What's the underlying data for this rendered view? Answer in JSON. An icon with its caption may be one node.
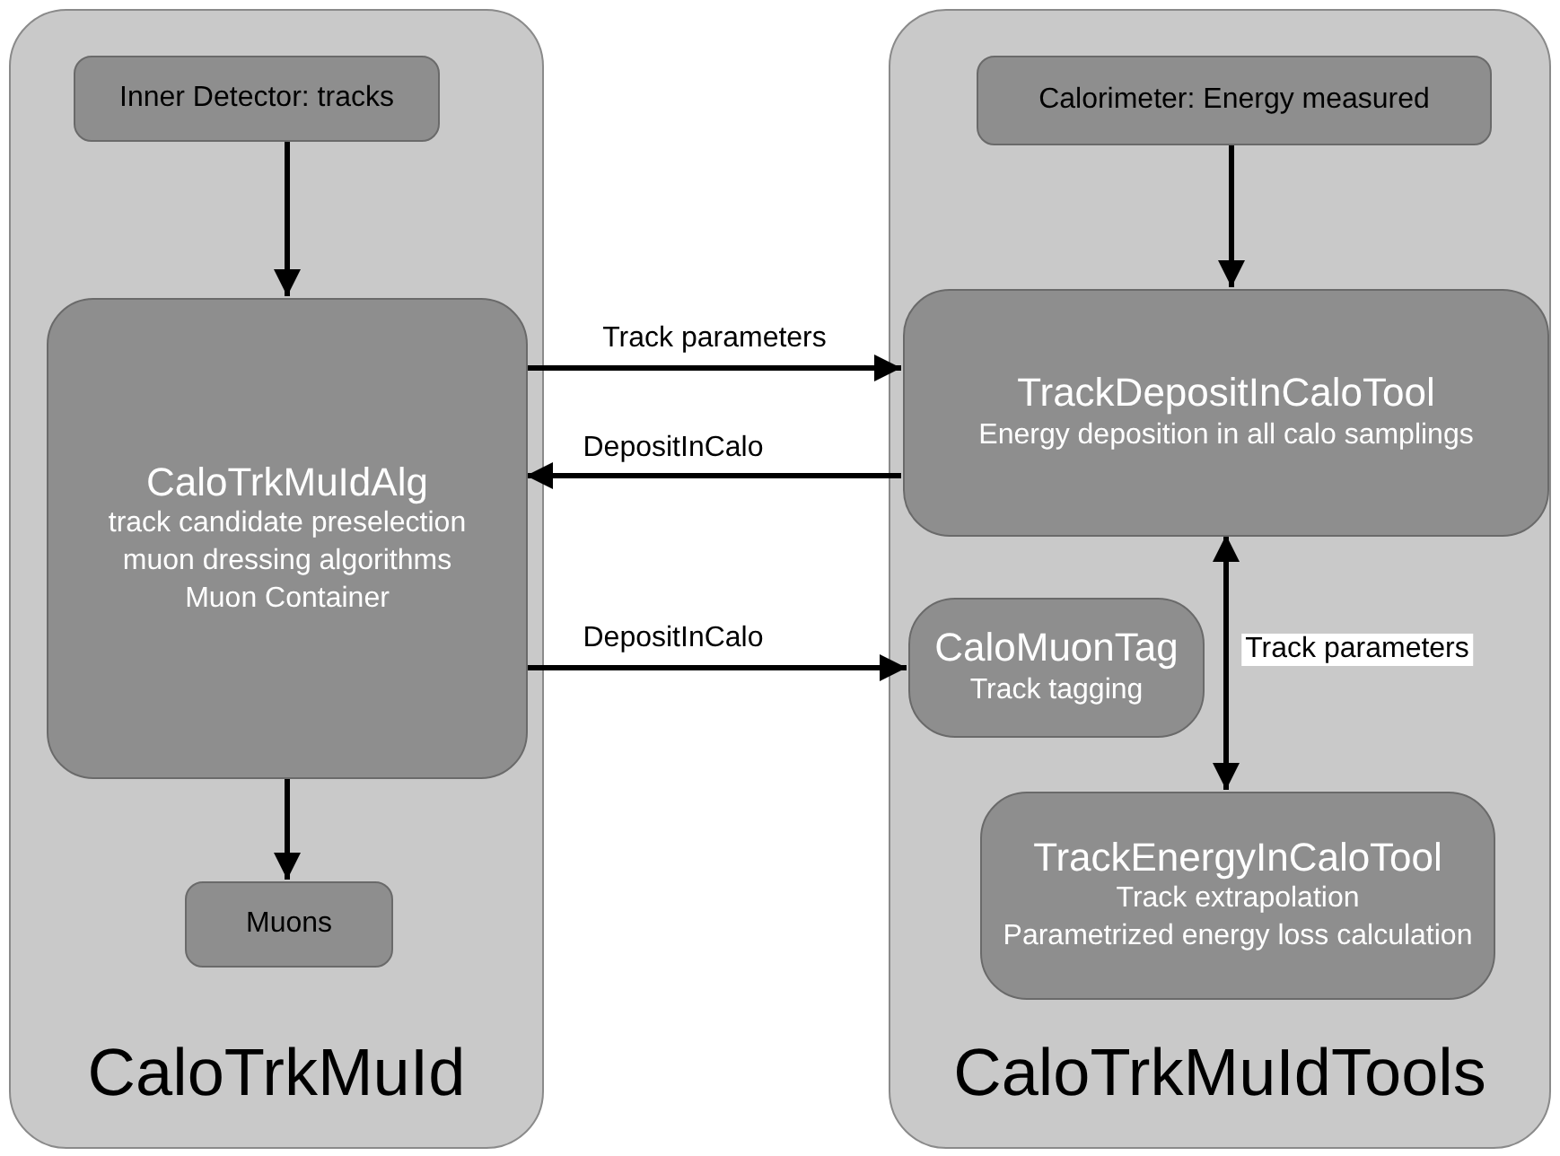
{
  "diagram": {
    "nodes": [
      {
        "text": [
          "CaloTrkMuId"
        ]
      },
      {
        "text": [
          "Inner Detector: tracks"
        ],
        "in": 0
      },
      {
        "text": [
          "CaloTrkMuIdAlg",
          "track candidate preselection",
          "muon dressing algorithms",
          "Muon Container"
        ],
        "in": 0
      },
      {
        "text": [
          "Muons"
        ],
        "in": 0
      },
      {
        "text": [
          "CaloTrkMuIdTools"
        ]
      },
      {
        "text": [
          "Calorimeter: Energy measured"
        ],
        "in": 4
      },
      {
        "text": [
          "TrackDepositInCaloTool",
          "Energy deposition in all calo samplings"
        ],
        "in": 4
      },
      {
        "text": [
          "CaloMuonTag",
          "Track tagging"
        ],
        "in": 4
      },
      {
        "text": [
          "TrackEnergyInCaloTool",
          "Track extrapolation",
          "Parametrized energy loss calculation"
        ],
        "in": 4
      }
    ],
    "edges": [
      {
        "from": 1,
        "to": 2,
        "arrow": "to"
      },
      {
        "from": 2,
        "to": 3,
        "arrow": "to"
      },
      {
        "from": 5,
        "to": 6,
        "arrow": "to"
      },
      {
        "from": 2,
        "to": 6,
        "arrow": "to",
        "label": "Track parameters"
      },
      {
        "from": 6,
        "to": 2,
        "arrow": "to",
        "label": "DepositInCalo"
      },
      {
        "from": 2,
        "to": 7,
        "arrow": "to",
        "label": "DepositInCalo"
      },
      {
        "from": 6,
        "to": 8,
        "arrow": "both",
        "label": "Track parameters"
      }
    ]
  }
}
